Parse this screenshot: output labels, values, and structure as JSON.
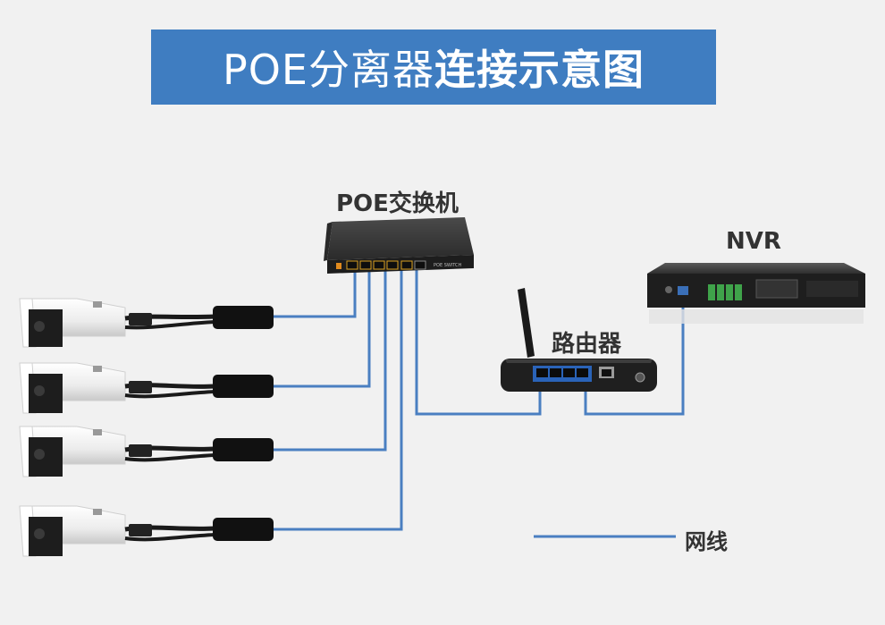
{
  "title": {
    "part1": "POE分离器",
    "part2": "连接示意图"
  },
  "labels": {
    "poe_switch": "POE交换机",
    "nvr": "NVR",
    "router": "路由器",
    "legend": "网线"
  },
  "device_text": {
    "switch_brand": "POE SWITCH"
  },
  "colors": {
    "banner": "#3f7dc1",
    "cable": "#4a7fc1",
    "text": "#333333",
    "background": "#f1f1f1"
  }
}
